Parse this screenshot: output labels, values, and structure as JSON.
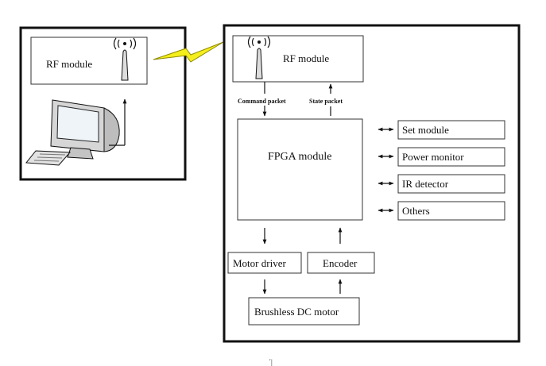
{
  "left_panel": {
    "rf_label": "RF module"
  },
  "right_panel": {
    "rf_label": "RF module",
    "command_label": "Command packet",
    "state_label": "State packet",
    "fpga_label": "FPGA  module",
    "peripherals": [
      "Set module",
      "Power monitor",
      "IR detector",
      "Others"
    ],
    "motor_driver_label": "Motor driver",
    "encoder_label": "Encoder",
    "motor_label": "Brushless DC motor"
  },
  "stray_mark": "´|"
}
